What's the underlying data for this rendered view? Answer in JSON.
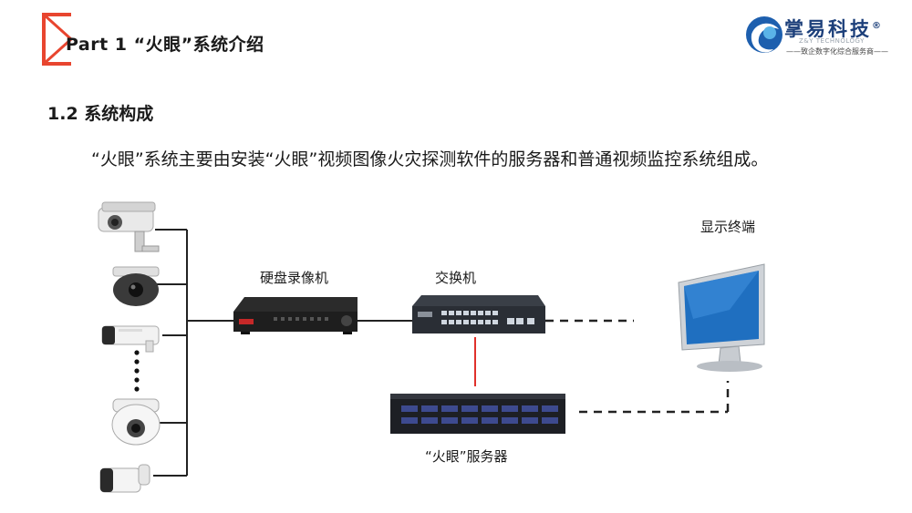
{
  "header": {
    "title": "Part 1 “火眼”系统介绍"
  },
  "logo": {
    "name": "掌易科技",
    "registered_mark": "®",
    "english": "Z&Y TECHNOLOGY",
    "slogan": "——致企数字化综合服务商——"
  },
  "section": {
    "title": "1.2 系统构成"
  },
  "intro": {
    "text": "“火眼”系统主要由安装“火眼”视频图像火灾探测软件的服务器和普通视频监控系统组成。"
  },
  "diagram": {
    "labels": {
      "display": "显示终端",
      "dvr": "硬盘录像机",
      "switch": "交换机",
      "server": "“火眼”服务器"
    },
    "cameras": [
      "bullet-camera-large",
      "dome-camera-dark",
      "bullet-camera-white",
      "dome-camera-white",
      "bullet-camera-small"
    ],
    "colors": {
      "accent": "#e8452f",
      "line": "#222222",
      "red_link": "#e0312b",
      "screen": "#1f6fc0"
    }
  }
}
